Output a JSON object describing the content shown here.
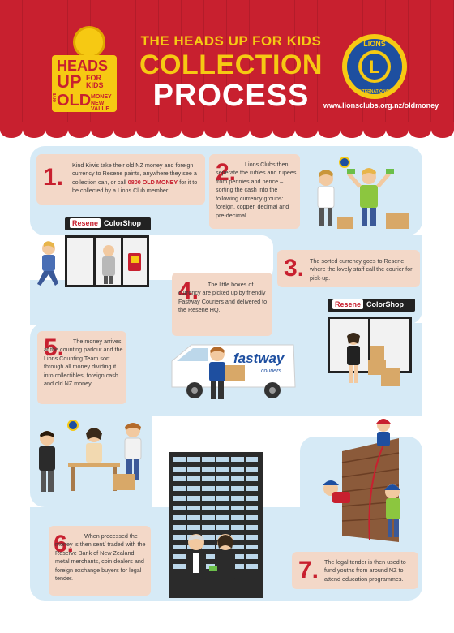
{
  "header": {
    "title_line1": "THE HEADS UP FOR KIDS",
    "title_line2": "COLLECTION",
    "title_line3": "PROCESS",
    "url": "www.lionsclubs.org.nz/oldmoney"
  },
  "kids_logo": {
    "heads": "HEADS",
    "up": "UP",
    "for_kids": "FOR KIDS",
    "old": "OLD",
    "money": "MONEY",
    "new_value": "NEW VALUE",
    "give": "GIVE"
  },
  "lions_logo": {
    "top": "LIONS",
    "bottom": "INTERNATIONAL",
    "letter": "L"
  },
  "shops": {
    "brand": "Resene",
    "name": "ColorShop"
  },
  "van": {
    "brand": "fastway",
    "sub": "couriers"
  },
  "steps": [
    {
      "num": "1.",
      "text_before": "Kind Kiwis take their old NZ money and foreign currency to Resene paints, anywhere they see a collection can, or call ",
      "highlight": "0800 OLD MONEY",
      "text_after": " for it to be collected by a Lions Club member."
    },
    {
      "num": "2.",
      "text": "Lions Clubs then seperate the rubles and rupees from pennies and pence – sorting the cash into the following currency groups: foreign, copper, decimal and pre-decimal."
    },
    {
      "num": "3.",
      "text": "The sorted currency goes to Resene where the lovely staff call the courier for pick-up."
    },
    {
      "num": "4.",
      "text": "The little boxes of currency are picked up by friendly Fastway Couriers and delivered to the Resene HQ."
    },
    {
      "num": "5.",
      "text": "The money arrives at the counting parlour and the Lions Counting Team sort through all money dividing it into collectibles, foreign cash and old NZ money."
    },
    {
      "num": "6.",
      "text": "When processed the money is then sent/ traded with the Reserve Bank of New Zealand, metal merchants, coin dealers and foreign exchange buyers for legal tender."
    },
    {
      "num": "7.",
      "text": "The legal tender is then used to fund youths from around NZ to attend education programmes."
    }
  ],
  "colors": {
    "header_red": "#c8202f",
    "title_yellow": "#f6c913",
    "band_blue": "#d6eaf6",
    "box_peach": "#f3d8c8",
    "number_red": "#c8202f"
  }
}
